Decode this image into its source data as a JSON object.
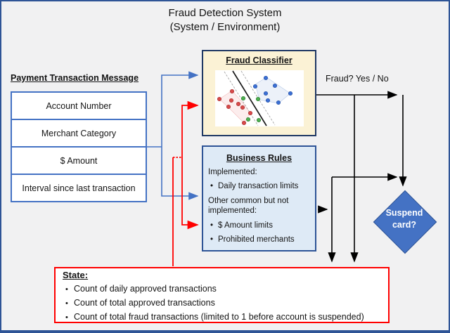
{
  "title": {
    "line1": "Fraud Detection System",
    "line2": "(System / Environment)"
  },
  "payment_message": {
    "heading": "Payment Transaction Message",
    "fields": [
      "Account Number",
      "Merchant Category",
      "$ Amount",
      "Interval since last transaction"
    ]
  },
  "fraud_classifier": {
    "title": "Fraud Classifier",
    "plot_icon": "svm-scatter-plot-icon"
  },
  "business_rules": {
    "title": "Business Rules",
    "implemented_label": "Implemented:",
    "implemented_items": [
      "Daily transaction limits"
    ],
    "not_implemented_label": "Other common but not implemented:",
    "not_implemented_items": [
      "$ Amount limits",
      "Prohibited merchants"
    ]
  },
  "fraud_question": "Fraud? Yes / No",
  "suspend_diamond": {
    "label": "Suspend card?"
  },
  "state_box": {
    "heading": "State:",
    "items": [
      "Count of daily approved transactions",
      "Count of total approved transactions",
      "Count of total fraud transactions (limited to 1 before account is suspended)"
    ]
  },
  "colors": {
    "frame_border": "#2E5496",
    "background": "#F1F1F2",
    "classifier_fill": "#FBF2D5",
    "classifier_border": "#1F3864",
    "business_fill": "#DEEAF6",
    "business_border": "#2E5496",
    "table_border": "#4472C4",
    "diamond_fill": "#4472C4",
    "state_border": "#FF0000",
    "blue_connector": "#4472C4",
    "red_connector": "#FF0000",
    "black_connector": "#000000"
  }
}
